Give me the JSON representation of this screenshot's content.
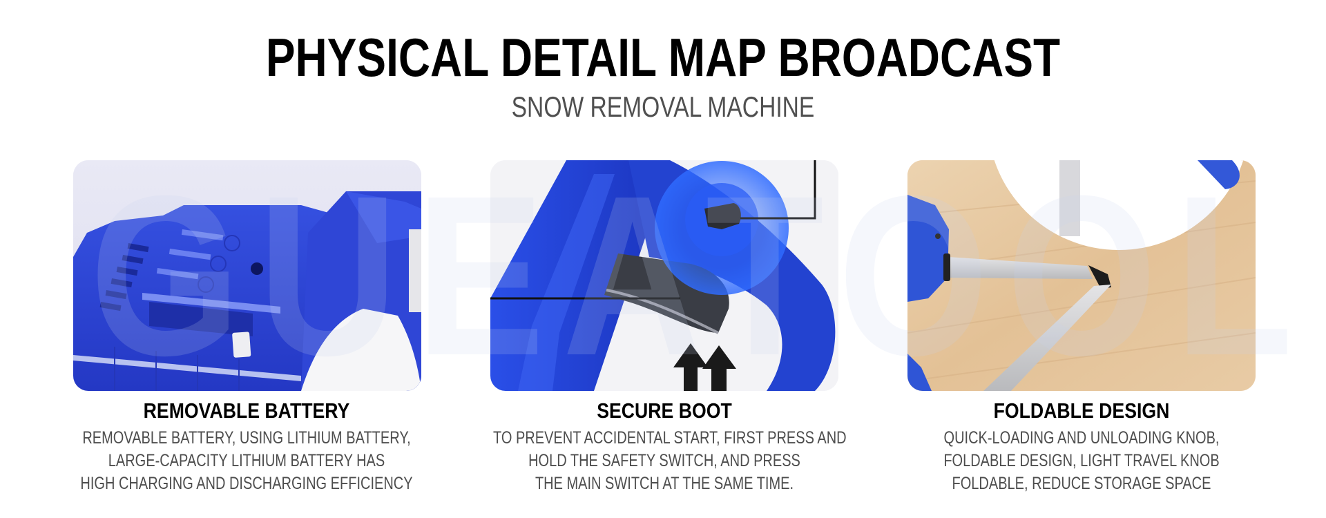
{
  "header": {
    "title": "PHYSICAL DETAIL MAP BROADCAST",
    "subtitle": "SNOW REMOVAL MACHINE"
  },
  "watermark": "GUEATOOL",
  "colors": {
    "product_blue": "#2f45d8",
    "title_text": "#000000",
    "subtitle_text": "#505050",
    "body_text": "#4d4d4d",
    "wood": "#e8c9a2"
  },
  "features": [
    {
      "title": "REMOVABLE BATTERY",
      "image": "battery-pack-closeup",
      "lines": [
        "REMOVABLE BATTERY, USING LITHIUM BATTERY,",
        "LARGE-CAPACITY LITHIUM BATTERY HAS",
        "HIGH CHARGING AND DISCHARGING EFFICIENCY"
      ]
    },
    {
      "title": "SECURE BOOT",
      "image": "safety-switch-closeup",
      "lines": [
        "TO PREVENT ACCIDENTAL START, FIRST PRESS AND",
        "HOLD THE SAFETY SWITCH, AND PRESS",
        "THE MAIN SWITCH AT THE SAME TIME."
      ]
    },
    {
      "title": "FOLDABLE DESIGN",
      "image": "folding-tube-closeup",
      "lines": [
        "QUICK-LOADING AND UNLOADING KNOB,",
        "FOLDABLE DESIGN, LIGHT TRAVEL KNOB",
        "FOLDABLE, REDUCE STORAGE SPACE"
      ]
    }
  ]
}
